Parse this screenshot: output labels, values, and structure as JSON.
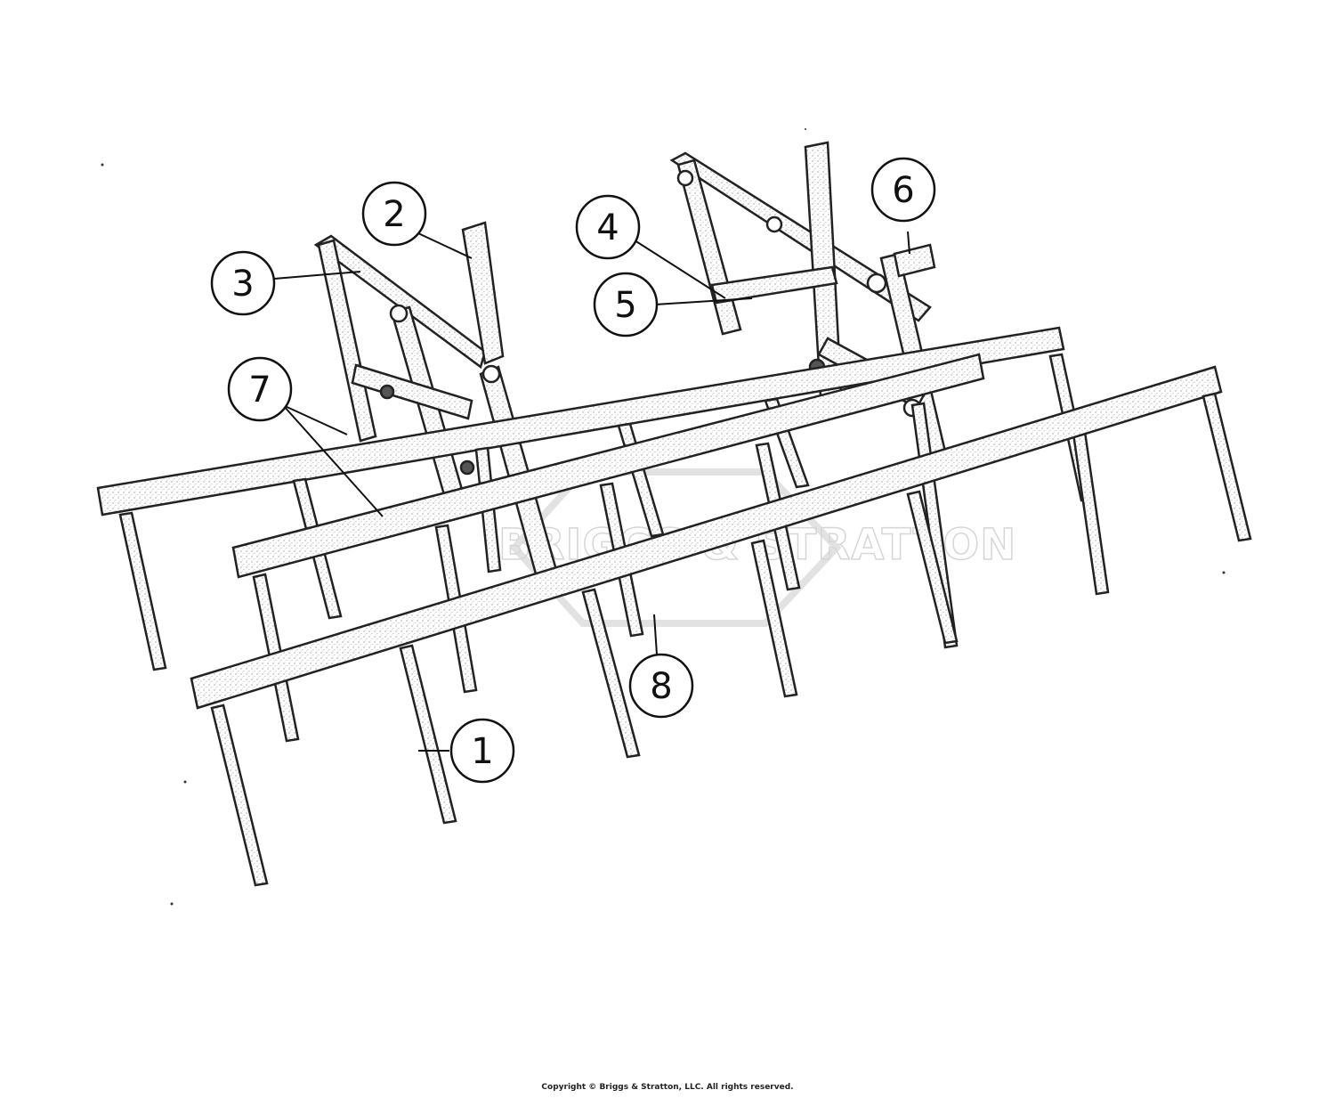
{
  "diagram": {
    "watermark": "BRIGGS & STRATTON",
    "callouts": [
      "1",
      "2",
      "3",
      "4",
      "5",
      "6",
      "7",
      "8"
    ]
  },
  "footer": {
    "copyright": "Copyright © Briggs & Stratton, LLC. All rights reserved."
  }
}
